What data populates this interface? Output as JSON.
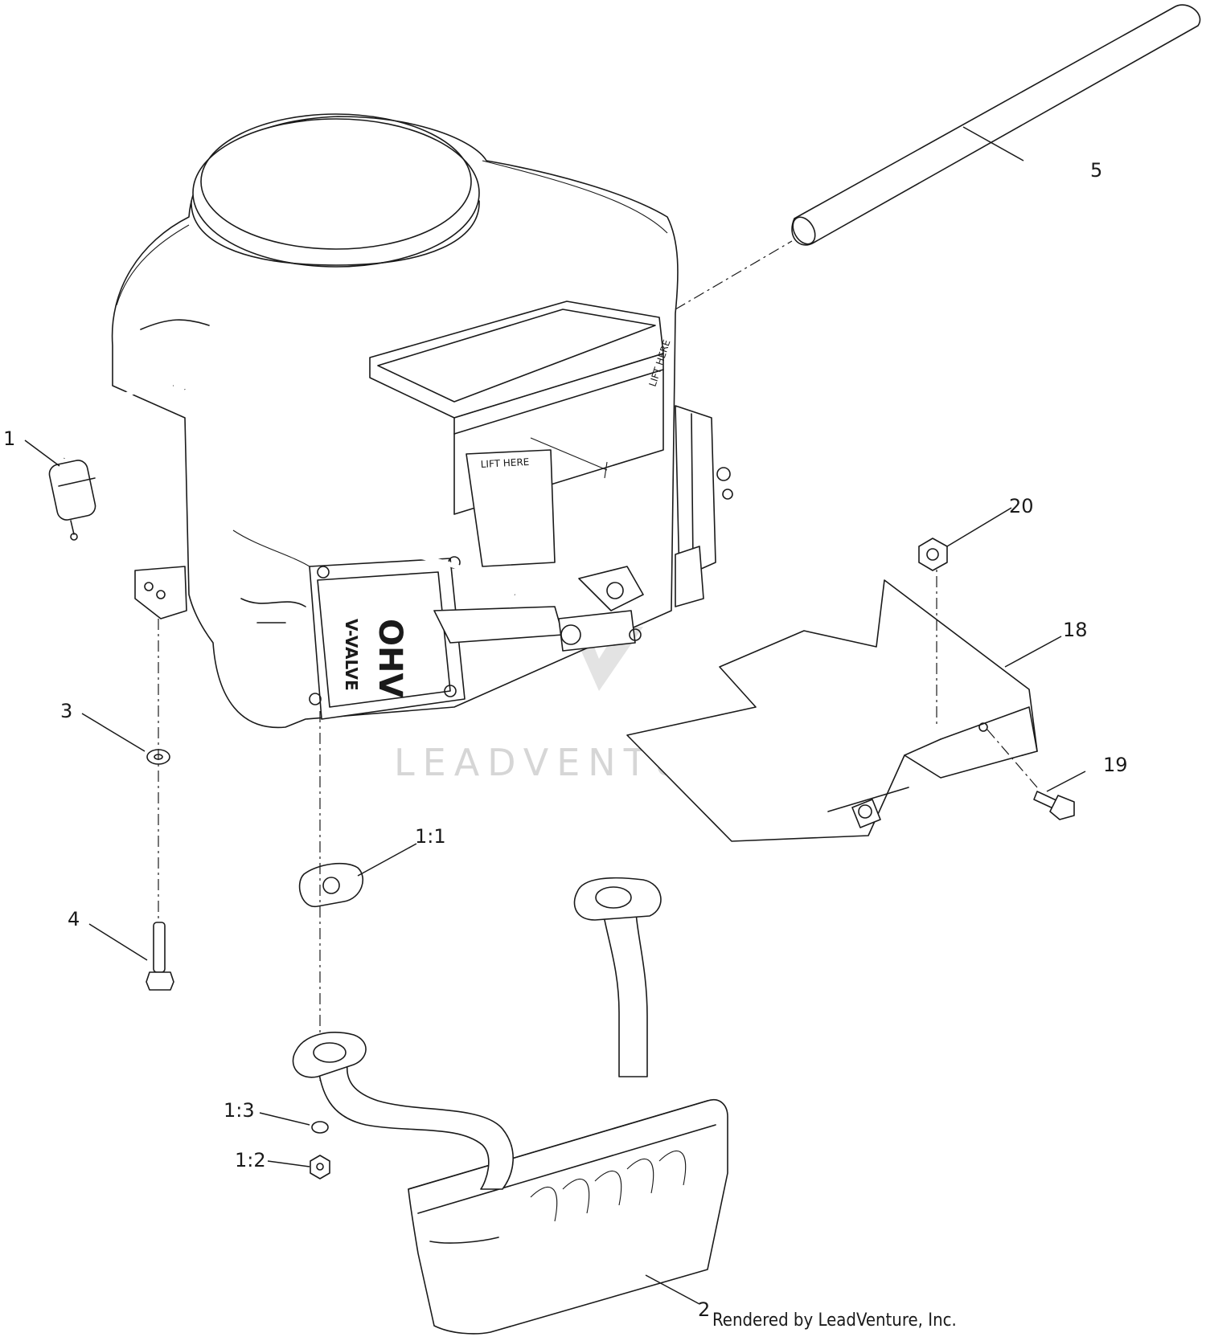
{
  "callouts": {
    "c1": "1",
    "c3": "3",
    "c4": "4",
    "c5": "5",
    "c20": "20",
    "c18": "18",
    "c19": "19",
    "c1_1": "1:1",
    "c1_3": "1:3",
    "c1_2": "1:2",
    "c2": "2"
  },
  "engine_markings": {
    "ohv": "OHV",
    "v_valve": "V-VALVE",
    "lift_here_front": "LIFT HERE",
    "lift_here_side": "LIFT HERE"
  },
  "watermark": "LEADVENTURE",
  "credit": "Rendered by LeadVenture, Inc."
}
